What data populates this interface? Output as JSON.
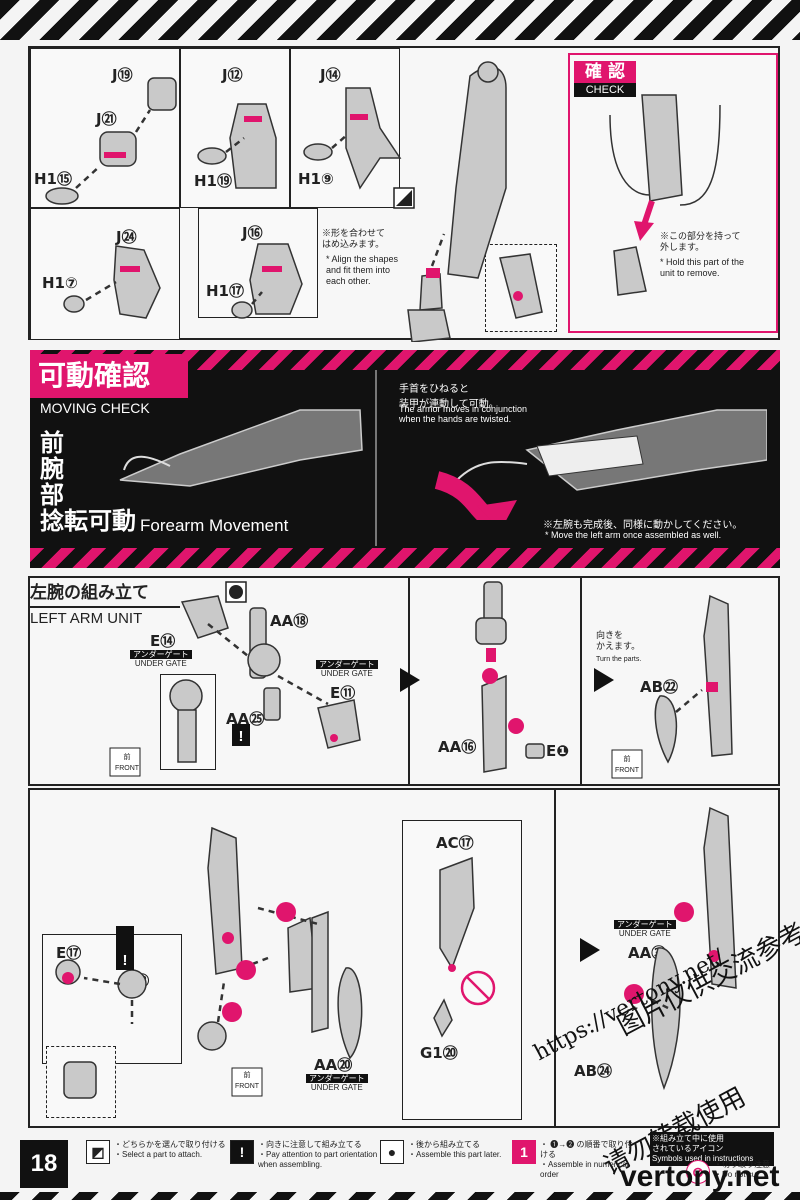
{
  "page_number": "18",
  "right_arm": {
    "steps": [
      {
        "h": "H1⑮",
        "j1": "J㉑",
        "j2": "J⑲"
      },
      {
        "h": "H1⑲",
        "j": "J⑫"
      },
      {
        "h": "H1⑨",
        "j": "J⑭"
      },
      {
        "h": "H1⑦",
        "j": "J㉔"
      },
      {
        "h": "H1⑰",
        "j": "J⑯"
      }
    ],
    "align_note_jp": "※形を合わせて\nはめ込みます。",
    "align_note_en": "* Align the shapes\nand fit them into\neach other.",
    "check": {
      "label_jp": "確 認",
      "label_en": "CHECK",
      "note_jp": "※この部分を持って\n外します。",
      "note_en": "* Hold this part of the\nunit to remove."
    }
  },
  "moving_check": {
    "title_jp": "可動確認",
    "title_en": "MOVING CHECK",
    "section_jp": "前\n腕\n部\n捻転可動",
    "section_en": "Forearm Movement",
    "note_jp": "手首をひねると\n装甲が連動して可動。",
    "note_en": "The armor moves in conjunction\nwhen the hands are twisted.",
    "left_note_jp": "※左腕も完成後、同様に動かしてください。",
    "left_note_en": "* Move the left arm once assembled as well."
  },
  "left_arm": {
    "title_jp": "左腕の組み立て",
    "title_en": "LEFT ARM UNIT",
    "parts": {
      "e14": "E⑭",
      "aa18": "AA⑱",
      "e11": "E⑪",
      "aa25": "AA㉕",
      "aa16": "AA⑯",
      "e1": "E❶",
      "ab22": "AB㉒",
      "e17": "E⑰",
      "e18": "E⑱",
      "aa20": "AA⑳",
      "ac17": "AC⑰",
      "g120": "G1⑳",
      "aa31": "AA㉛",
      "ab24": "AB㉔"
    },
    "under_gate_jp": "アンダーゲート",
    "under_gate_en": "UNDER GATE",
    "front_jp": "前",
    "front_en": "FRONT",
    "turn_jp": "向きを\nかえます。",
    "turn_en": "Turn the parts."
  },
  "legend": [
    {
      "icon": "select-icon",
      "jp": "・どちらかを選んで取り付ける",
      "en": "・Select a part to attach."
    },
    {
      "icon": "attention-icon",
      "jp": "・向きに注意して組み立てる",
      "en": "・Pay attention to part orientation\nwhen assembling."
    },
    {
      "icon": "later-icon",
      "jp": "・後から組み立てる",
      "en": "・Assemble this part later."
    },
    {
      "icon": "order-icon",
      "jp": "・ ❶→❷ の順番で取り付ける",
      "en": "・Assemble in numerical order"
    },
    {
      "icon": "symbol-icon",
      "jp": "※組み立て中に使用\nされているアイコン",
      "en": "Symbols used in instructions"
    },
    {
      "icon": "no-cut-icon",
      "jp": "・切り取り注意",
      "en": "・Do not cut"
    }
  ],
  "watermarks": {
    "url1": "https://vertony.net/",
    "cn": "图片仅供交流参考，",
    "cn2": "请勿转载使用",
    "brand": "vertony.net"
  }
}
